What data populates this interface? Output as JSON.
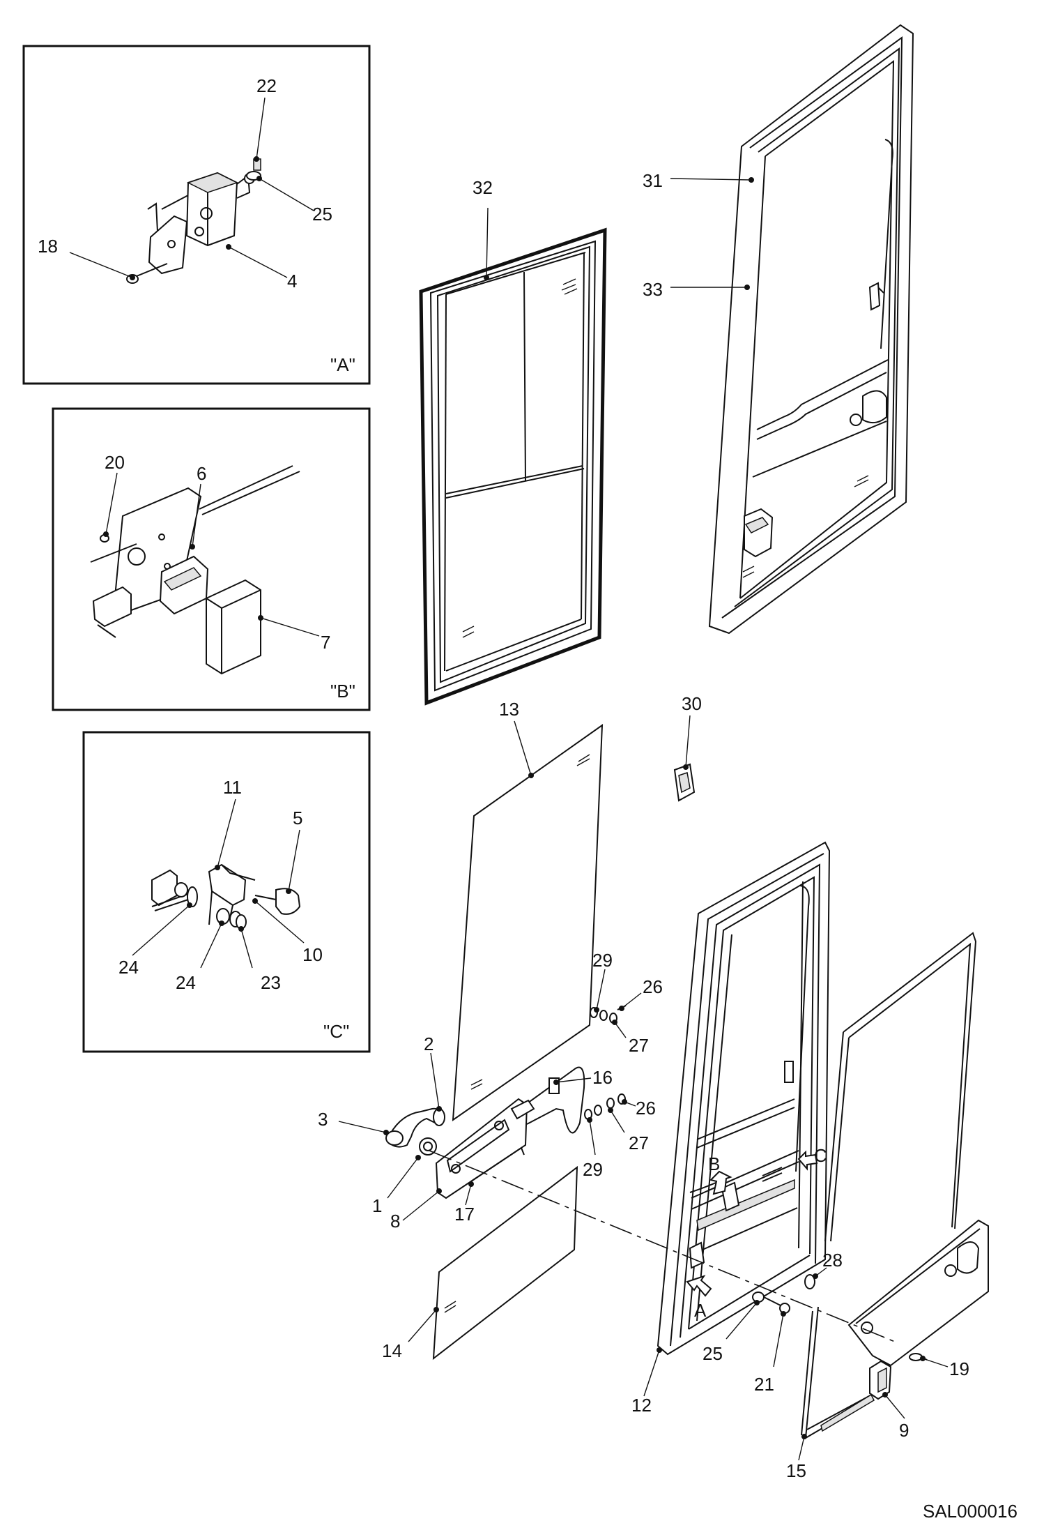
{
  "doc_code": "SAL000016",
  "detail_labels": {
    "a": "\"A\"",
    "b": "\"B\"",
    "c": "\"C\""
  },
  "view_letters": {
    "a": "A",
    "b": "B",
    "c": "C"
  },
  "parts": {
    "p1": "1",
    "p2": "2",
    "p3": "3",
    "p4": "4",
    "p5": "5",
    "p6": "6",
    "p7": "7",
    "p8": "8",
    "p9": "9",
    "p10": "10",
    "p11": "11",
    "p12": "12",
    "p13": "13",
    "p14": "14",
    "p15": "15",
    "p16": "16",
    "p17": "17",
    "p18": "18",
    "p19": "19",
    "p20": "20",
    "p21": "21",
    "p22": "22",
    "p23": "23",
    "p24": "24",
    "p25": "25",
    "p26": "26",
    "p27": "27",
    "p28": "28",
    "p29": "29",
    "p30": "30",
    "p31": "31",
    "p32": "32",
    "p33": "33"
  }
}
